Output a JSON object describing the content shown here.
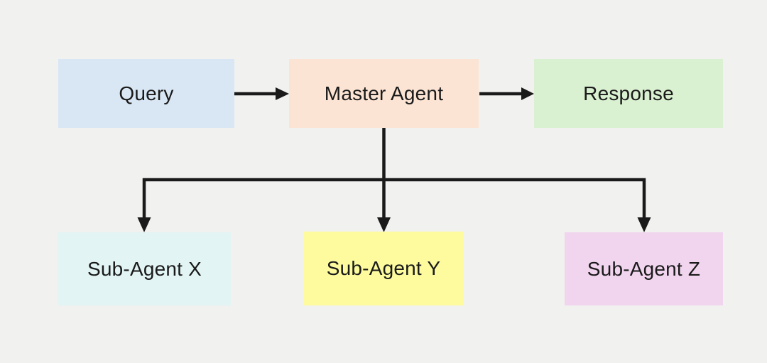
{
  "diagram": {
    "background_color": "#f1f1ef",
    "connector_color": "#1a1a1a",
    "text_color": "#1a1a1a",
    "nodes": {
      "query": {
        "label": "Query",
        "fill": "#d9e7f4"
      },
      "master_agent": {
        "label": "Master Agent",
        "fill": "#fce4d4"
      },
      "response": {
        "label": "Response",
        "fill": "#d9f0d1"
      },
      "sub_agent_x": {
        "label": "Sub-Agent X",
        "fill": "#e2f4f3"
      },
      "sub_agent_y": {
        "label": "Sub-Agent Y",
        "fill": "#fdfb9e"
      },
      "sub_agent_z": {
        "label": "Sub-Agent Z",
        "fill": "#f1d5ee"
      }
    },
    "connectors": [
      {
        "from": "query",
        "to": "master_agent",
        "direction": "right"
      },
      {
        "from": "master_agent",
        "to": "response",
        "direction": "right"
      },
      {
        "from": "master_agent",
        "to": "sub_agent_x",
        "direction": "down-branch"
      },
      {
        "from": "master_agent",
        "to": "sub_agent_y",
        "direction": "down"
      },
      {
        "from": "master_agent",
        "to": "sub_agent_z",
        "direction": "down-branch"
      }
    ]
  }
}
